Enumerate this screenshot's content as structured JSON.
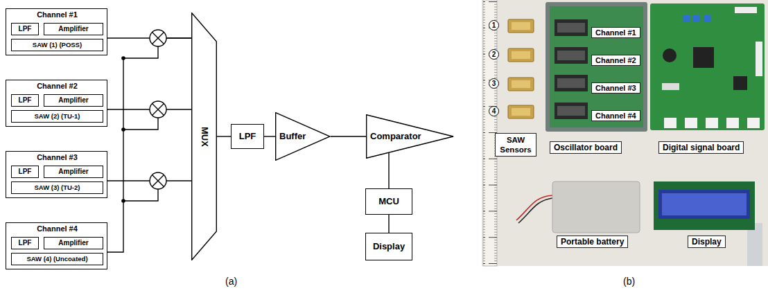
{
  "diagram": {
    "nodes": [
      {
        "text": [
          "Channel #1"
        ]
      },
      {
        "text": [
          "LPF"
        ],
        "in": 0
      },
      {
        "text": [
          "Amplifier"
        ],
        "in": 0
      },
      {
        "text": [
          "SAW (1) (POSS)"
        ],
        "in": 0
      },
      {
        "text": [
          "Channel #2"
        ]
      },
      {
        "text": [
          "LPF"
        ],
        "in": 4
      },
      {
        "text": [
          "Amplifier"
        ],
        "in": 4
      },
      {
        "text": [
          "SAW (2) (TU-1)"
        ],
        "in": 4
      },
      {
        "text": [
          "Channel #3"
        ]
      },
      {
        "text": [
          "LPF"
        ],
        "in": 8
      },
      {
        "text": [
          "Amplifier"
        ],
        "in": 8
      },
      {
        "text": [
          "SAW (3) (TU-2)"
        ],
        "in": 8
      },
      {
        "text": [
          "Channel #4"
        ]
      },
      {
        "text": [
          "LPF"
        ],
        "in": 12
      },
      {
        "text": [
          "Amplifier"
        ],
        "in": 12
      },
      {
        "text": [
          "SAW (4) (Uncoated)"
        ],
        "in": 12
      },
      {
        "text": [
          "MUX"
        ]
      },
      {
        "text": [
          "LPF"
        ]
      },
      {
        "text": [
          "Buffer"
        ]
      },
      {
        "text": [
          "Comparator"
        ]
      },
      {
        "text": [
          "MCU"
        ]
      },
      {
        "text": [
          "Display"
        ]
      }
    ],
    "edges": [
      {
        "from": 0,
        "to": 16,
        "arrow": "none"
      },
      {
        "from": 4,
        "to": 16,
        "arrow": "none"
      },
      {
        "from": 8,
        "to": 16,
        "arrow": "none"
      },
      {
        "from": 12,
        "to": 16,
        "arrow": "none"
      },
      {
        "from": 16,
        "to": 17,
        "arrow": "none"
      },
      {
        "from": 17,
        "to": 18,
        "arrow": "none"
      },
      {
        "from": 18,
        "to": 19,
        "arrow": "none"
      },
      {
        "from": 19,
        "to": 20,
        "arrow": "none"
      },
      {
        "from": 20,
        "to": 21,
        "arrow": "none"
      }
    ],
    "labels": [
      "(a)",
      "(b)",
      "1",
      "2",
      "3",
      "4",
      "Channel #1",
      "Channel #2",
      "Channel #3",
      "Channel #4",
      "SAW Sensors",
      "Oscillator board",
      "Digital signal board",
      "Portable battery",
      "Display"
    ]
  }
}
